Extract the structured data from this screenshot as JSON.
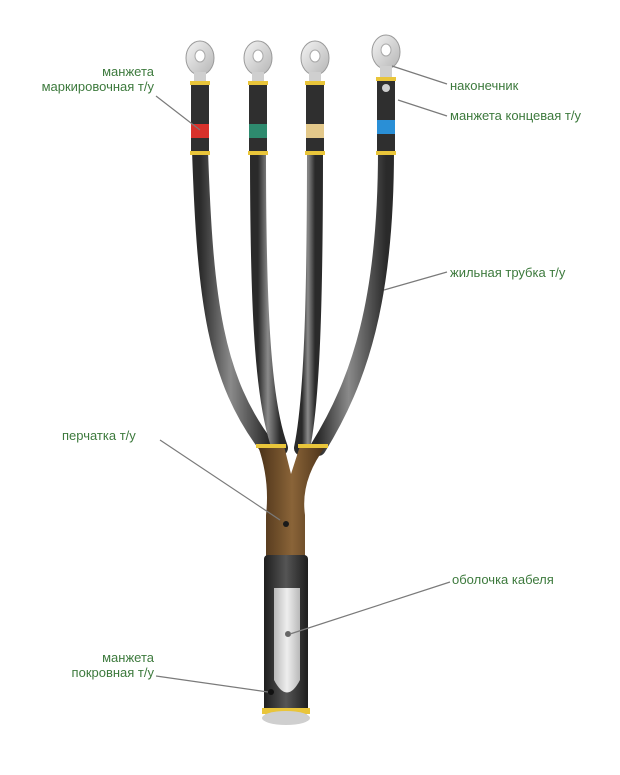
{
  "labels": {
    "marking_sleeve_line1": "манжета",
    "marking_sleeve_line2": "маркировочная т/у",
    "lug": "наконечник",
    "end_sleeve": "манжета концевая т/у",
    "core_tube": "жильная трубка т/у",
    "glove": "перчатка т/у",
    "cable_sheath": "оболочка кабеля",
    "cover_sleeve_line1": "манжета",
    "cover_sleeve_line2": "покровная т/у"
  },
  "colors": {
    "label_text": "#3d7a3d",
    "leader_line": "#7a7a7a",
    "core_tube": "#4a4a4a",
    "glove": "#6b4a2b",
    "band": "#e9c53a",
    "lug": "#d9d9d9",
    "marker_red": "#d8312b",
    "marker_green": "#2e8a6e",
    "marker_tan": "#e3c88a",
    "marker_blue": "#2a8fd6"
  }
}
